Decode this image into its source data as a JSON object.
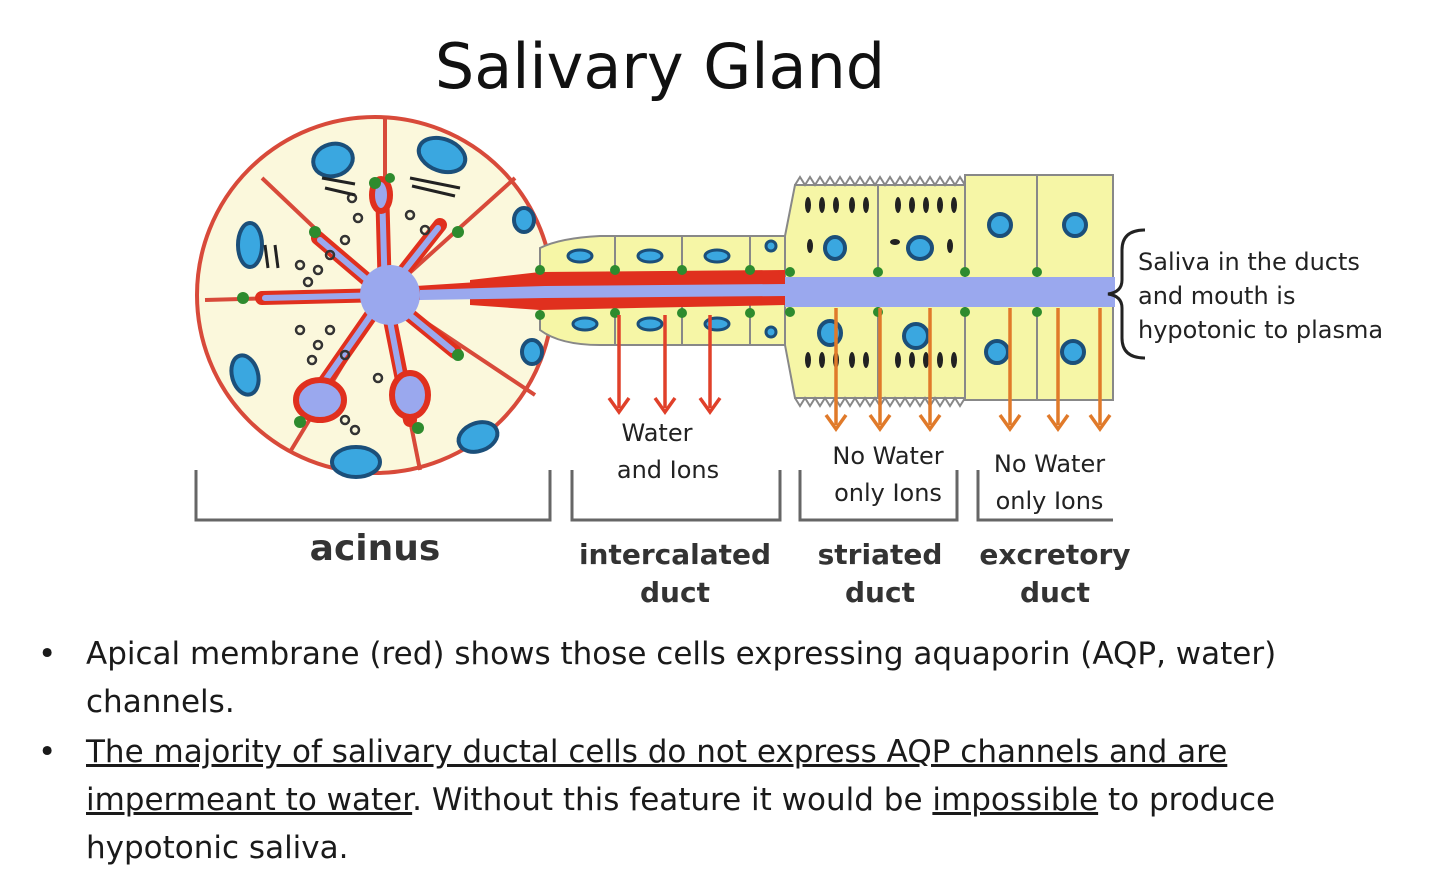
{
  "title": "Salivary Gland",
  "segments": {
    "acinus": "acinus",
    "intercalated": [
      "intercalated",
      "duct"
    ],
    "striated": [
      "striated",
      "duct"
    ],
    "excretory": [
      "excretory",
      "duct"
    ]
  },
  "flow_labels": {
    "intercalated": [
      "Water",
      "and Ions"
    ],
    "striated": [
      "No Water",
      "only Ions"
    ],
    "excretory": [
      "No Water",
      "only Ions"
    ]
  },
  "side_note": [
    "Saliva in the ducts",
    "and mouth is",
    "hypotonic to plasma"
  ],
  "bullets": [
    {
      "text": "Apical membrane (red) shows those cells expressing aquaporin (AQP, water) channels."
    },
    {
      "underlined_1": "The majority of salivary ductal cells do not express AQP channels and are impermeant to water",
      "plain_1": ". Without this feature it would be ",
      "underlined_2": "impossible",
      "plain_2": " to produce hypotonic saliva."
    }
  ],
  "bullet_symbol": "•",
  "colors": {
    "apical_membrane": "#e0301e",
    "lumen": "#9aa8ee",
    "cell_fill": "#fbf8dc",
    "duct_fill": "#f6f6a6",
    "nucleus": "#3aa7e0",
    "junction": "#2e8b2e",
    "water_arrow": "#e0402a",
    "ion_arrow": "#e07a2a"
  }
}
